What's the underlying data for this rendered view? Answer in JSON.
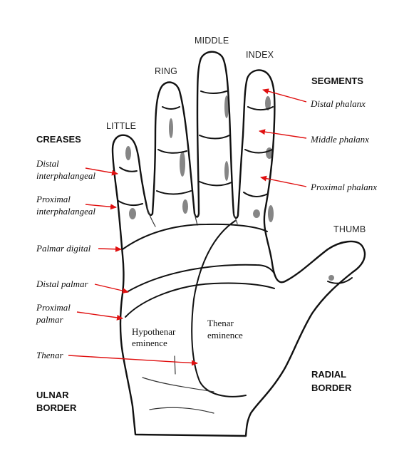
{
  "fingers": {
    "middle": "MIDDLE",
    "index": "INDEX",
    "ring": "RING",
    "little": "LITTLE",
    "thumb": "THUMB"
  },
  "headings": {
    "segments": "SEGMENTS",
    "creases": "CREASES",
    "ulnar_border": [
      "ULNAR",
      "BORDER"
    ],
    "radial_border": [
      "RADIAL",
      "BORDER"
    ]
  },
  "segments": [
    "Distal phalanx",
    "Middle phalanx",
    "Proximal phalanx"
  ],
  "creases": {
    "distal_interphalangeal": [
      "Distal",
      "interphalangeal"
    ],
    "proximal_interphalangeal": [
      "Proximal",
      "interphalangeal"
    ],
    "palmar_digital": "Palmar digital",
    "distal_palmar": "Distal palmar",
    "proximal_palmar": [
      "Proximal",
      "palmar"
    ],
    "thenar": "Thenar"
  },
  "regions": {
    "hypothenar": [
      "Hypothenar",
      "eminence"
    ],
    "thenar": [
      "Thenar",
      "eminence"
    ]
  },
  "colors": {
    "arrow": "#e01010",
    "ink": "#111111"
  }
}
